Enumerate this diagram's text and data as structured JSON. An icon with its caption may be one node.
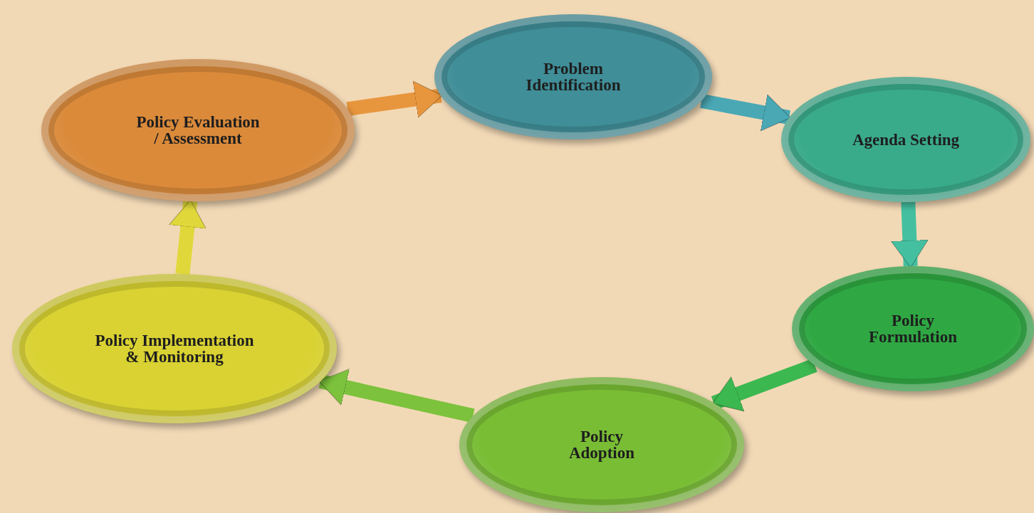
{
  "diagram": {
    "nodes": [
      {
        "text": [
          "Problem Identification"
        ]
      },
      {
        "text": [
          "Agenda Setting"
        ]
      },
      {
        "text": [
          "Policy Formulation"
        ]
      },
      {
        "text": [
          "Policy Adoption"
        ]
      },
      {
        "text": [
          "Policy Implementation & Monitoring"
        ]
      },
      {
        "text": [
          "Policy Evaluation / Assessment"
        ]
      }
    ],
    "edges": [
      {
        "from": 0,
        "to": 1,
        "arrow": "to",
        "color": "#4aa8b4"
      },
      {
        "from": 1,
        "to": 2,
        "arrow": "to",
        "color": "#44c0a0"
      },
      {
        "from": 2,
        "to": 3,
        "arrow": "to",
        "color": "#3cb850"
      },
      {
        "from": 3,
        "to": 4,
        "arrow": "to",
        "color": "#7cc23c"
      },
      {
        "from": 4,
        "to": 5,
        "arrow": "to",
        "color": "#e0d83a"
      },
      {
        "from": 5,
        "to": 0,
        "arrow": "to",
        "color": "#e8963e"
      }
    ]
  }
}
